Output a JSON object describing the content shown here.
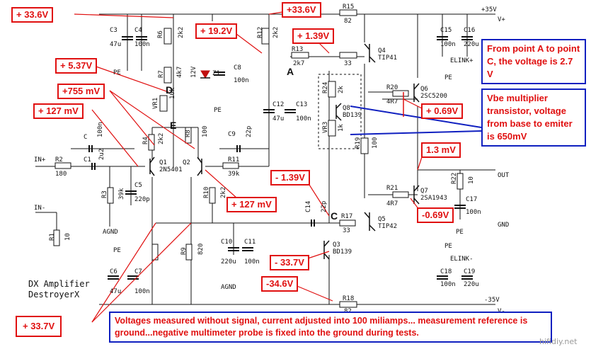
{
  "voltages": {
    "v_top_left": "+ 33.6V",
    "v_top_rail": "+33.6V",
    "v_19_2": "+ 19.2V",
    "v_1_39": "+ 1.39V",
    "v_5_37": "+ 5.37V",
    "v_755": "+755 mV",
    "v_127a": "+ 127 mV",
    "v_127b": "+ 127 mV",
    "v_0_69": "+ 0.69V",
    "v_1_3m": "1.3 mV",
    "v_neg_1_39": "- 1.39V",
    "v_neg_0_69": "-0.69V",
    "v_neg_33_7": "- 33.7V",
    "v_neg_34_6": "-34.6V",
    "v_33_7_bottom": "+ 33.7V"
  },
  "notes": {
    "point_ac": "From point A to point C, the voltage is 2.7  V",
    "vbe": "Vbe multiplier transistor, voltage from base to emiter is 650mV",
    "bottom": "Voltages measured without signal, current adjusted into 100 miliamps... measurement reference is ground...negative multimeter probe is fixed into the ground during tests."
  },
  "title": {
    "line1": "DX Amplifier",
    "line2": "DestroyerX"
  },
  "watermark": "hifidiy.net",
  "component_labels": {
    "c3": "C3",
    "c3v": "47u",
    "c4": "C4",
    "c4v": "100n",
    "r6": "R6",
    "r6v": "2k2",
    "r12": "R12",
    "r12v": "2k2",
    "r13": "R13",
    "r13v": "2k7",
    "r15": "R15",
    "r15v": "82",
    "r7": "R7",
    "r7v": "4k7",
    "z1": "Z1",
    "z1v": "12V",
    "c8": "C8",
    "c8v": "100n",
    "vr1": "VR1",
    "vr1v": "10k",
    "c12": "C12",
    "c12v": "47u",
    "c13": "C13",
    "c13v": "100n",
    "r24": "R24",
    "r24v": "2k",
    "q8": "Q8",
    "q8v": "BD139",
    "vr3": "VR3",
    "vr3v": "1k",
    "r19": "R19",
    "r19v": "100",
    "r20": "R20",
    "r20v": "4R7",
    "q6": "Q6",
    "q6v": "2SC5200",
    "q4": "Q4",
    "q4v": "TIP41",
    "r33": "33",
    "c15": "C15",
    "c15v": "100n",
    "c16": "C16",
    "c16v": "220u",
    "elink_p": "ELINK+",
    "plus35": "+35V",
    "vplus": "V+",
    "c": "C",
    "c_v": "100n",
    "c1": "C1",
    "c1v": "2u2",
    "r2": "R2",
    "r2v": "180",
    "in_p": "IN+",
    "in_m": "IN-",
    "r3": "R3",
    "r3v": "39k",
    "c5": "C5",
    "c5v": "220p",
    "r4": "R4",
    "r4v": "2k2",
    "q1": "Q1",
    "q1v": "2N5401",
    "q2": "Q2",
    "r8": "R8",
    "r8v": "100",
    "c9": "C9",
    "c9v": "22p",
    "r11": "R11",
    "r11v": "39k",
    "r1": "R1",
    "r1v": "10",
    "agnd": "AGND",
    "pe": "PE",
    "r10": "R10",
    "r10v": "2k2",
    "c14": "C14",
    "c14v": "22p",
    "r17": "R17",
    "r17v": "33",
    "q5": "Q5",
    "q5v": "TIP42",
    "q3": "Q3",
    "q3v": "BD139",
    "r9": "R9",
    "r9v": "820",
    "c10": "C10",
    "c10v": "220u",
    "c11": "C11",
    "c11v": "100n",
    "r21": "R21",
    "r21v": "4R7",
    "q7": "Q7",
    "q7v": "2SA1943",
    "r22": "R22",
    "r22v": "10",
    "c17": "C17",
    "c17v": "100n",
    "out": "OUT",
    "gnd": "GND",
    "c6": "C6",
    "c6v": "47u",
    "c7": "C7",
    "c7v": "100n",
    "c18": "C18",
    "c18v": "100n",
    "c19": "C19",
    "c19v": "220u",
    "elink_m": "ELINK-",
    "r18": "R18",
    "r18v": "82",
    "minus35": "-35V",
    "vminus": "V-",
    "pt_a": "A",
    "pt_c": "C",
    "pt_e": "E",
    "pt_d": "D"
  }
}
